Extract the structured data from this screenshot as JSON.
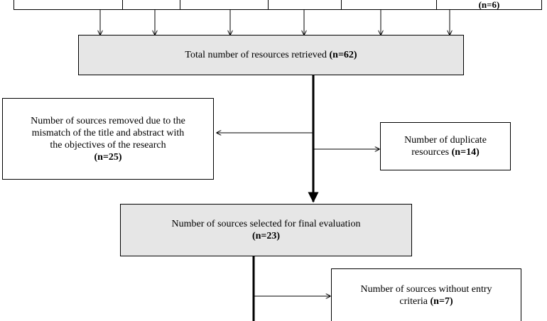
{
  "flow": {
    "top_row_last_count": "(n=6)",
    "total": {
      "text": "Total number of resources retrieved ",
      "count": "(n=62)"
    },
    "removed": {
      "line1": "Number of sources removed due to the",
      "line2": "mismatch of the title and abstract with",
      "line3": "the objectives of the research",
      "count": "(n=25)"
    },
    "duplicates": {
      "line1": "Number of duplicate",
      "line2": "resources ",
      "count": "(n=14)"
    },
    "selected": {
      "line1": "Number of sources selected for final evaluation",
      "count": "(n=23)"
    },
    "no_entry": {
      "line1": "Number of sources without entry",
      "line2": "criteria ",
      "count": "(n=7)"
    }
  }
}
